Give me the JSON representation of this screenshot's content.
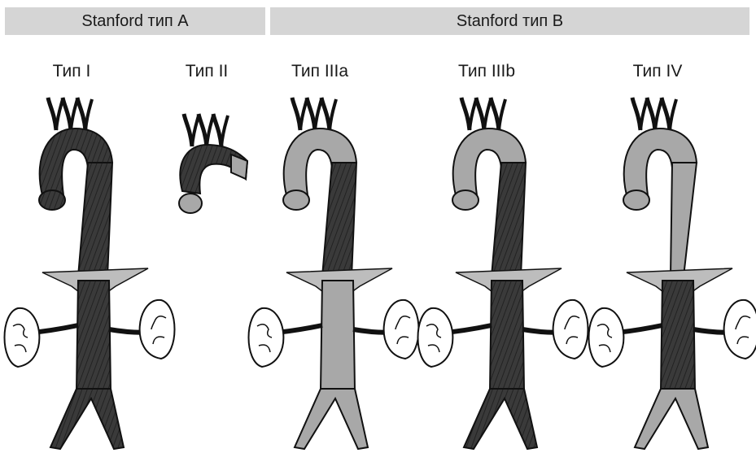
{
  "header": {
    "group_a": "Stanford тип A",
    "group_b": "Stanford тип B"
  },
  "types": [
    {
      "label": "Тип I",
      "variant": "full-dark",
      "kidneys": true
    },
    {
      "label": "Тип II",
      "variant": "arch-only",
      "kidneys": false
    },
    {
      "label": "Тип IIIa",
      "variant": "descending-dark-lower-light",
      "kidneys": true
    },
    {
      "label": "Тип IIIb",
      "variant": "descending-dark-all",
      "kidneys": true
    },
    {
      "label": "Тип IV",
      "variant": "abdominal-dark",
      "kidneys": true
    }
  ],
  "colors": {
    "header_band": "#d5d5d5",
    "dissected": "#3a3a3a",
    "healthy": "#a8a8a8",
    "outline": "#111111",
    "kidney_fill": "#ffffff"
  }
}
